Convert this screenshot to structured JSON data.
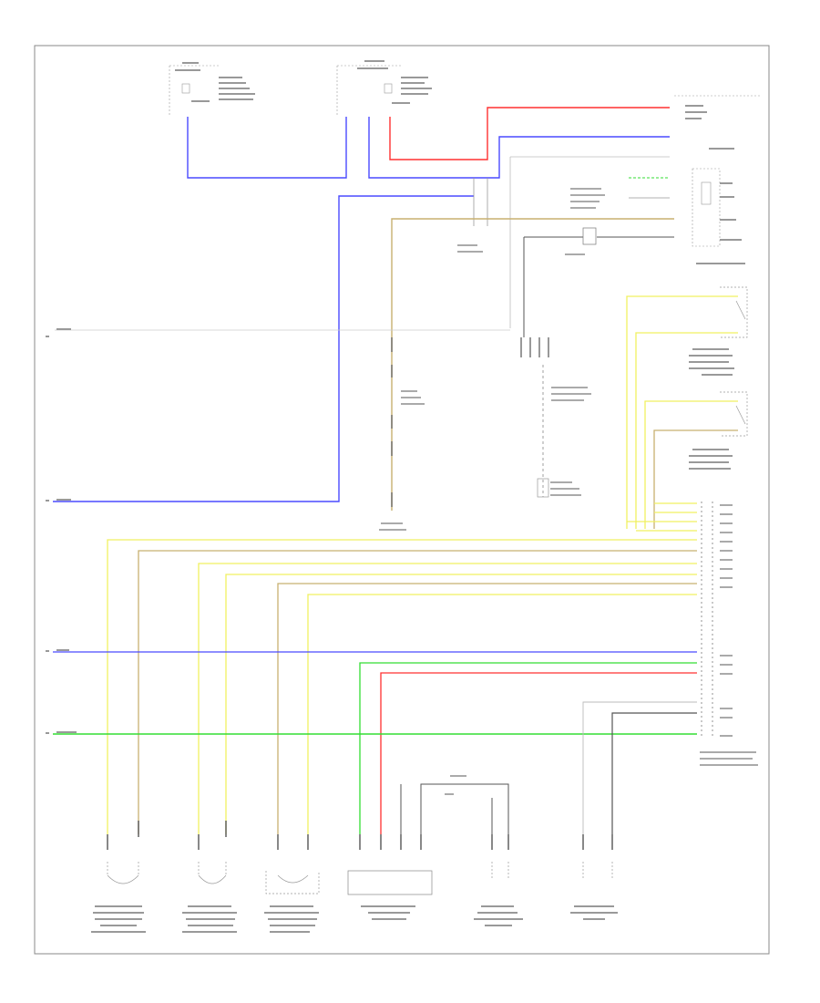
{
  "diagram": {
    "footer_code": "",
    "colors": {
      "frame": "#888888",
      "red": "#ff3030",
      "blue": "#4a4aff",
      "green": "#33dd33",
      "tan": "#c8b070",
      "yellow": "#f0f060",
      "gray": "#b0b0b0",
      "dark": "#444444"
    },
    "connector_labels": {
      "center_module": "",
      "right_junction": ""
    },
    "components": [
      {
        "id": "front-outer-sensor",
        "label": ""
      },
      {
        "id": "right-rear-sensor-a",
        "label": ""
      },
      {
        "id": "right-rear-sensor-b",
        "label": ""
      },
      {
        "id": "front-pressure-sensor",
        "label": ""
      },
      {
        "id": "left-side-sensor",
        "label": ""
      },
      {
        "id": "right-side-sensor",
        "label": ""
      }
    ]
  }
}
